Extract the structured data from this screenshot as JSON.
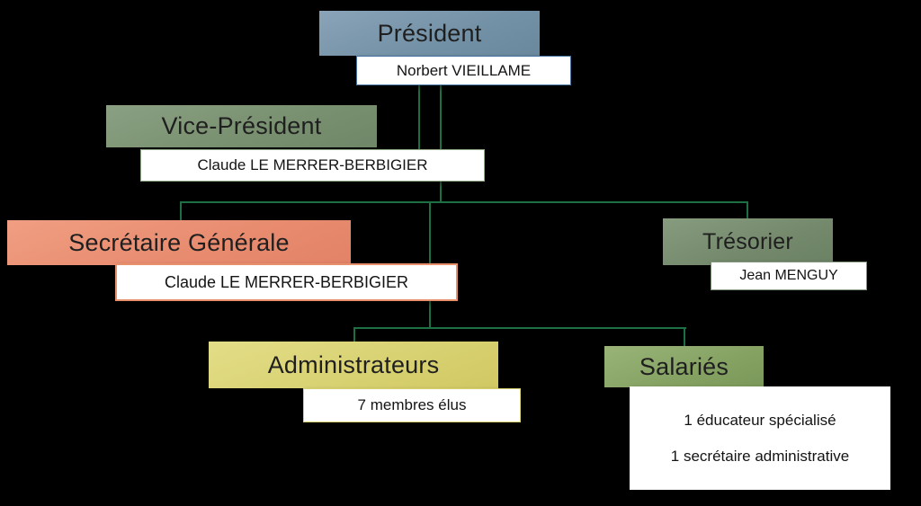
{
  "colors": {
    "background": "#000000",
    "connector_line": "#1d7044",
    "president_box": "#7c96ab",
    "vice_president_box": "#7d9274",
    "secretaire_box": "#ea8f72",
    "tresorier_box": "#778d6f",
    "administrateurs_box": "#d9d273",
    "salaries_box": "#88a567",
    "name_box_background": "#ffffff"
  },
  "nodes": {
    "president": {
      "title": "Président",
      "name": "Norbert VIEILLAME"
    },
    "vice_president": {
      "title": "Vice-Président",
      "name": "Claude LE MERRER-BERBIGIER"
    },
    "secretaire": {
      "title": "Secrétaire Générale",
      "name": "Claude LE MERRER-BERBIGIER"
    },
    "tresorier": {
      "title": "Trésorier",
      "name": "Jean MENGUY"
    },
    "administrateurs": {
      "title": "Administrateurs",
      "name": "7 membres élus"
    },
    "salaries": {
      "title": "Salariés",
      "line1": "1 éducateur spécialisé",
      "line2": "1 secrétaire administrative"
    }
  }
}
